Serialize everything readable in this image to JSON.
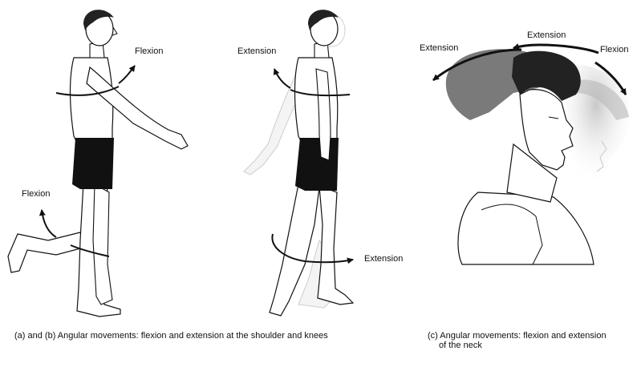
{
  "labels": {
    "a_flexion_shoulder": "Flexion",
    "a_flexion_knee": "Flexion",
    "b_extension_shoulder": "Extension",
    "b_extension_knee": "Extension",
    "c_extension_left": "Extension",
    "c_extension_top": "Extension",
    "c_flexion": "Flexion"
  },
  "captions": {
    "ab": "(a) and (b) Angular movements: flexion and extension at the shoulder and knees",
    "c_line1": "(c) Angular movements: flexion and extension",
    "c_line2": "of the neck"
  },
  "colors": {
    "outline": "#111111",
    "shorts": "#111111",
    "hair_dark": "#222222",
    "hair_mid": "#7a7a7a",
    "ghost": "#d0d0d0",
    "arrow": "#111111"
  }
}
